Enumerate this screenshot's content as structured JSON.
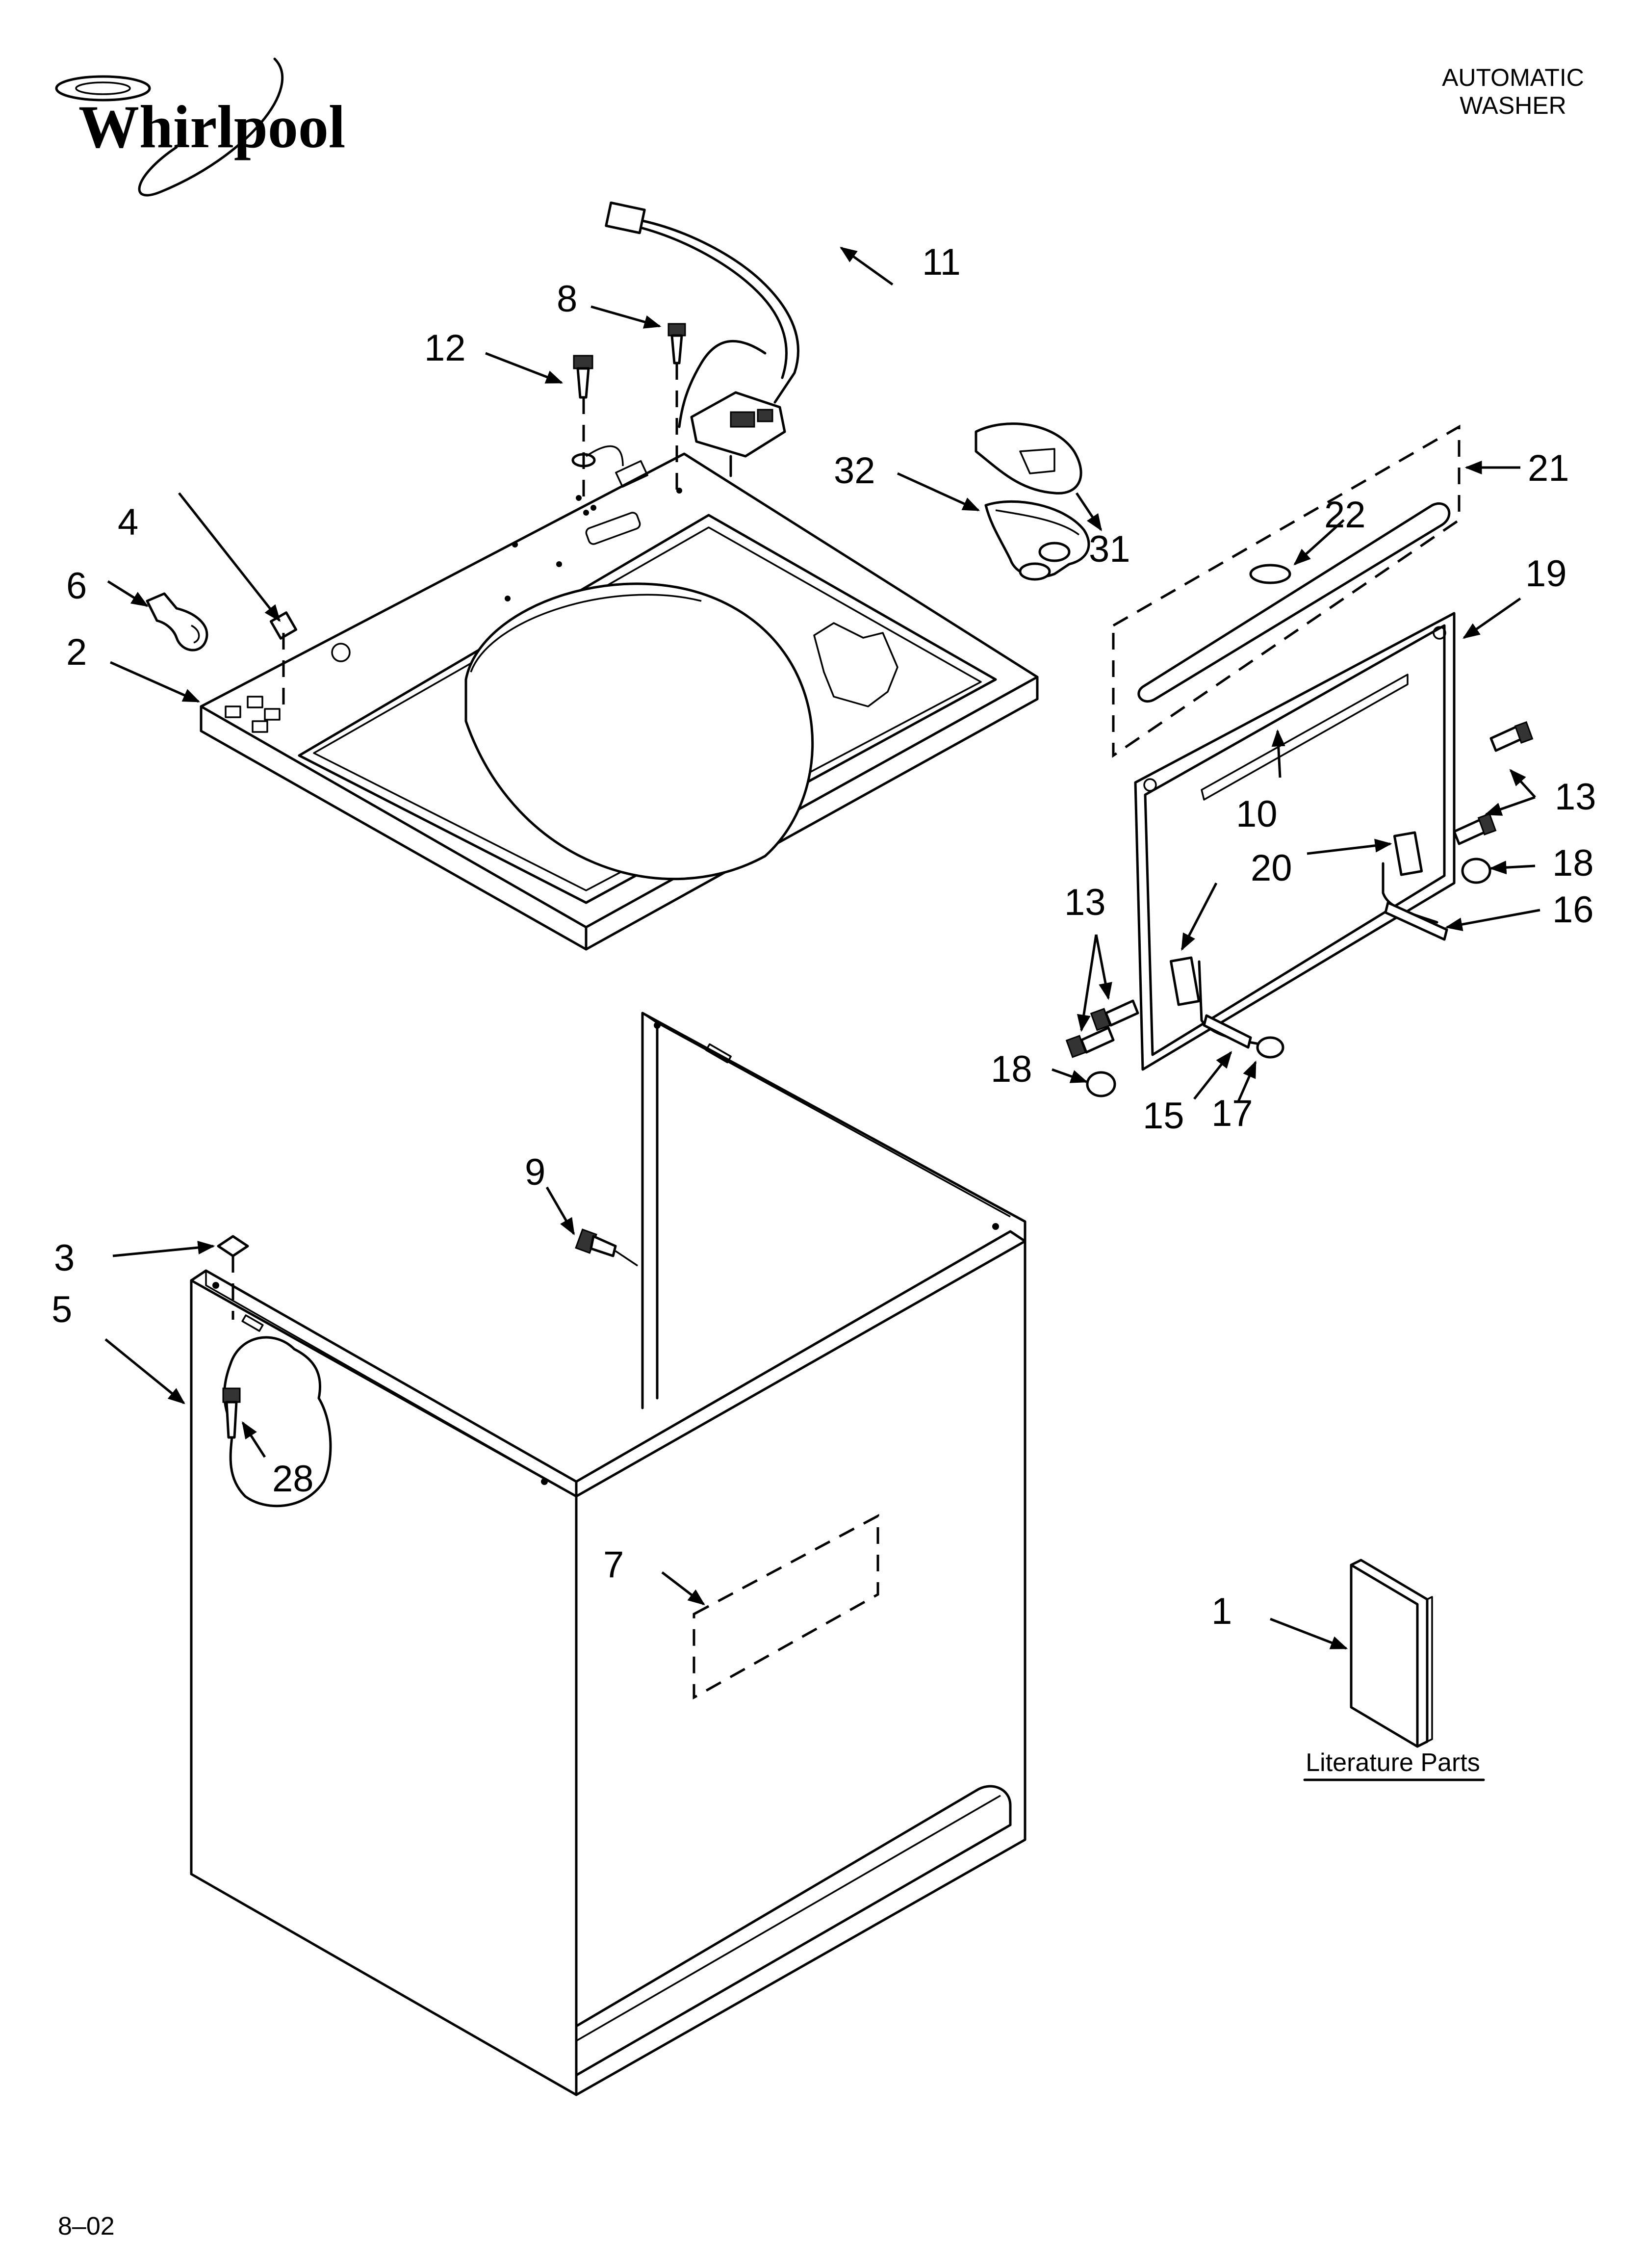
{
  "brand": {
    "logo_text": "Whirlpool"
  },
  "header": {
    "line1": "AUTOMATIC",
    "line2": "WASHER"
  },
  "literature": {
    "label": "Literature Parts"
  },
  "footer": {
    "code": "8–02"
  },
  "callouts": {
    "c1": "1",
    "c2": "2",
    "c3": "3",
    "c4": "4",
    "c5": "5",
    "c6": "6",
    "c7": "7",
    "c8": "8",
    "c9": "9",
    "c10": "10",
    "c11": "11",
    "c12": "12",
    "c13a": "13",
    "c13b": "13",
    "c15": "15",
    "c16": "16",
    "c17": "17",
    "c18a": "18",
    "c18b": "18",
    "c19": "19",
    "c20": "20",
    "c21": "21",
    "c22": "22",
    "c28": "28",
    "c31": "31",
    "c32": "32"
  }
}
